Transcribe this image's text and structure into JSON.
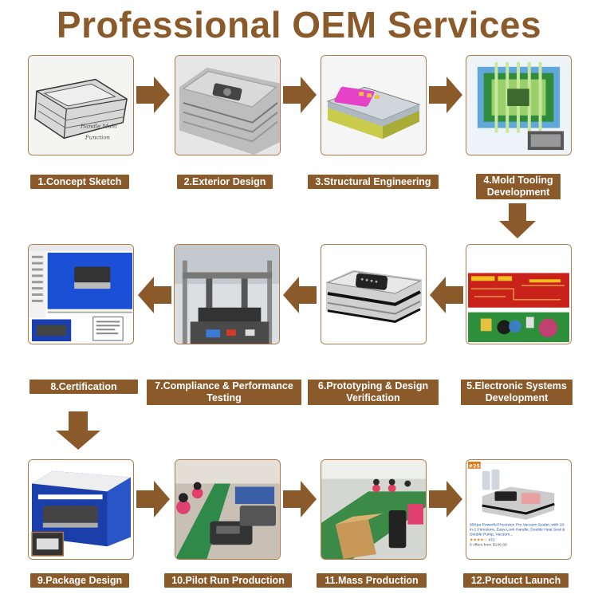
{
  "title": "Professional OEM Services",
  "steps": [
    {
      "label": "1.Concept Sketch"
    },
    {
      "label": "2.Exterior Design"
    },
    {
      "label": "3.Structural Engineering"
    },
    {
      "label": "4.Mold Tooling Development"
    },
    {
      "label": "5.Electronic Systems Development"
    },
    {
      "label": "6.Prototyping & Design Verification"
    },
    {
      "label": "7.Compliance & Performance Testing"
    },
    {
      "label": "8.Certification"
    },
    {
      "label": "9.Package Design"
    },
    {
      "label": "10.Pilot Run Production"
    },
    {
      "label": "11.Mass Production"
    },
    {
      "label": "12.Product Launch"
    }
  ],
  "launch_card": {
    "badge": "#25",
    "product_text": "95Kpa Powerful Precision Pro Vacuum Sealer, with 10-in-1 Functions, Easy-Lock Handle, Double Heat Seal & Double Pump, Vacuum...",
    "rating_count": "472",
    "offers": "6 offers from $146.68"
  },
  "colors": {
    "brand_brown": "#8b5a2b",
    "card_border": "#b07a48"
  }
}
